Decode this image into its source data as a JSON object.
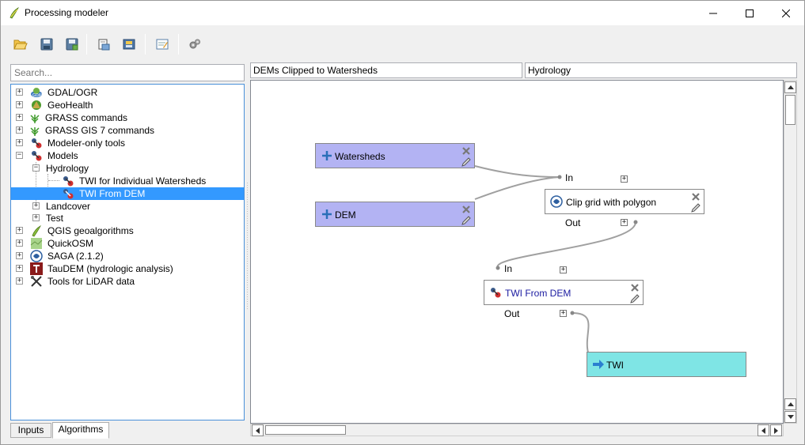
{
  "window": {
    "title": "Processing modeler"
  },
  "toolbar": {
    "buttons": [
      {
        "name": "open-model-button",
        "icon": "folder-open-icon"
      },
      {
        "name": "save-model-button",
        "icon": "save-icon"
      },
      {
        "name": "save-as-button",
        "icon": "save-as-icon"
      },
      {
        "name": "export-image-button",
        "icon": "export-image-icon"
      },
      {
        "name": "export-python-button",
        "icon": "export-python-icon"
      },
      {
        "name": "edit-help-button",
        "icon": "help-edit-icon"
      },
      {
        "name": "run-model-button",
        "icon": "run-gears-icon"
      }
    ]
  },
  "left_panel": {
    "search_placeholder": "Search...",
    "tree": [
      {
        "label": "GDAL/OGR",
        "icon": "gdal-icon"
      },
      {
        "label": "GeoHealth",
        "icon": "geohealth-icon"
      },
      {
        "label": "GRASS commands",
        "icon": "grass-icon"
      },
      {
        "label": "GRASS GIS 7 commands",
        "icon": "grass-icon"
      },
      {
        "label": "Modeler-only tools",
        "icon": "model-icon"
      },
      {
        "label": "Models",
        "icon": "model-icon"
      },
      {
        "label": "Hydrology",
        "icon": ""
      },
      {
        "label": "TWI for Individual Watersheds",
        "icon": "model-icon"
      },
      {
        "label": "TWI From DEM",
        "icon": "model-icon"
      },
      {
        "label": "Landcover",
        "icon": ""
      },
      {
        "label": "Test",
        "icon": ""
      },
      {
        "label": "QGIS geoalgorithms",
        "icon": "qgis-icon"
      },
      {
        "label": "QuickOSM",
        "icon": "quickosm-icon"
      },
      {
        "label": "SAGA (2.1.2)",
        "icon": "saga-icon"
      },
      {
        "label": "TauDEM (hydrologic analysis)",
        "icon": "taudem-icon"
      },
      {
        "label": "Tools for LiDAR data",
        "icon": "lidar-tools-icon"
      }
    ],
    "tabs": [
      {
        "label": "Inputs"
      },
      {
        "label": "Algorithms"
      }
    ],
    "active_tab": "Algorithms"
  },
  "model": {
    "name": "DEMs Clipped to Watersheds",
    "group": "Hydrology"
  },
  "canvas": {
    "nodes": {
      "watersheds": {
        "label": "Watersheds",
        "kind": "input"
      },
      "dem": {
        "label": "DEM",
        "kind": "input"
      },
      "clip": {
        "label": "Clip grid with polygon",
        "kind": "algorithm",
        "in_label": "In",
        "out_label": "Out"
      },
      "twi_from_dem": {
        "label": "TWI From DEM",
        "kind": "algorithm",
        "in_label": "In",
        "out_label": "Out"
      },
      "twi_output": {
        "label": "TWI",
        "kind": "output"
      }
    }
  },
  "colors": {
    "input_node": "#b3b3f3",
    "output_node": "#7fe5e5",
    "selection": "#3399ff",
    "link": "#a0a0a0"
  }
}
